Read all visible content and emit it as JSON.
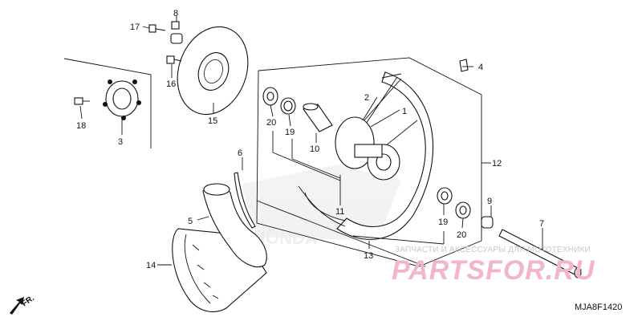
{
  "labels": {
    "p1": "1",
    "p2": "2",
    "p3": "3",
    "p4": "4",
    "p5": "5",
    "p6": "6",
    "p7": "7",
    "p8": "8",
    "p9": "9",
    "p10": "10",
    "p11": "11",
    "p12": "12",
    "p13": "13",
    "p14": "14",
    "p15": "15",
    "p16": "16",
    "p17": "17",
    "p18": "18",
    "p19a": "19",
    "p19b": "19",
    "p20a": "20",
    "p20b": "20"
  },
  "direction_marker": "FR.",
  "watermark": {
    "caption": "ЗАПЧАСТИ И АКСЕССУАРЫ ДЛЯ МОТОТЕХНИКИ",
    "brand": "PARTSFOR.RU",
    "honda": "HONDA"
  },
  "figure_code": "MJA8F1420"
}
